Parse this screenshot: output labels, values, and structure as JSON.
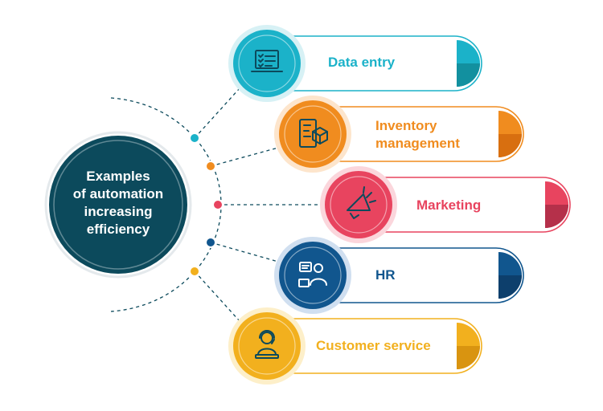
{
  "center": {
    "lines": [
      "Examples",
      "of automation",
      "increasing",
      "efficiency"
    ],
    "color": "#0c4a5c"
  },
  "items": [
    {
      "label": "Data entry",
      "color": "#1bb2c9",
      "dark": "#12909f",
      "icon": "laptop-checklist-icon"
    },
    {
      "label_lines": [
        "Inventory",
        "management"
      ],
      "color": "#f08c1f",
      "dark": "#d86f10",
      "icon": "box-tablet-icon"
    },
    {
      "label": "Marketing",
      "color": "#e8445f",
      "dark": "#b5304a",
      "icon": "megaphone-icon"
    },
    {
      "label": "HR",
      "color": "#11568e",
      "dark": "#0d3f6c",
      "icon": "person-chat-icon"
    },
    {
      "label": "Customer service",
      "color": "#f2b01e",
      "dark": "#d99410",
      "icon": "headset-agent-icon"
    }
  ]
}
